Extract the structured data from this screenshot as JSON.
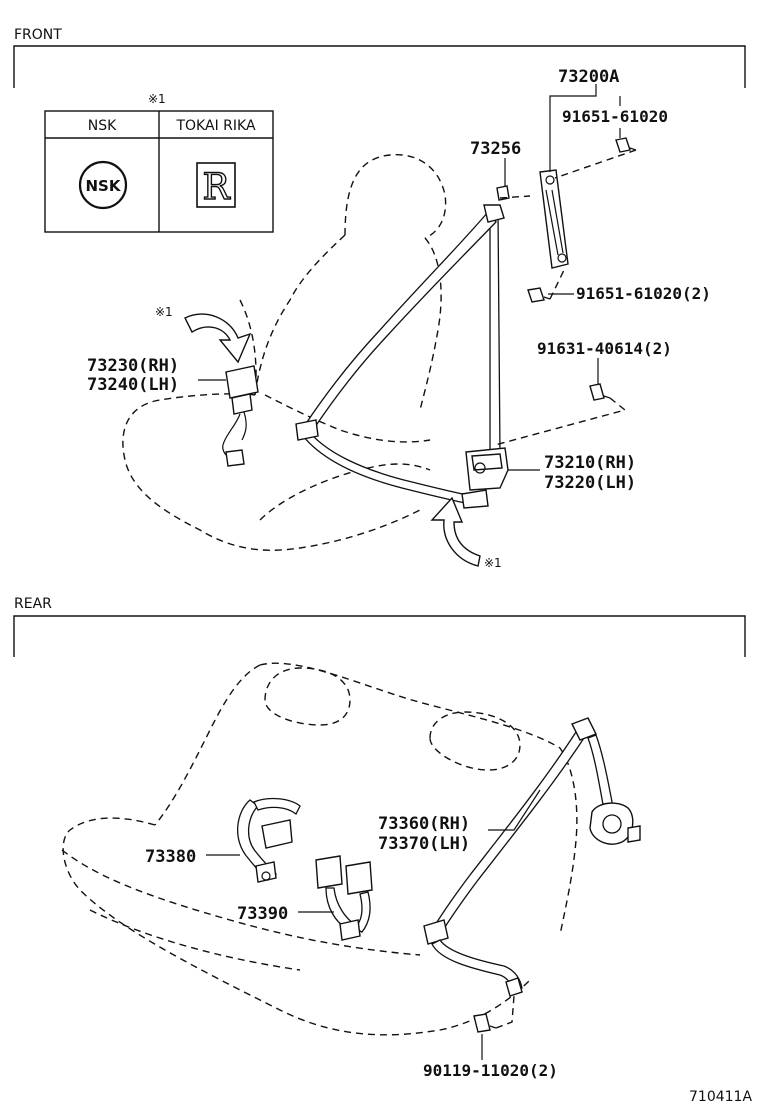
{
  "sections": {
    "front_label": "FRONT",
    "rear_label": "REAR"
  },
  "manufacturer_table": {
    "note_mark": "※1",
    "headers": [
      "NSK",
      "TOKAI RIKA"
    ],
    "logos": [
      "NSK",
      "R"
    ]
  },
  "notes": {
    "mark_left": "※1",
    "mark_bottom": "※1"
  },
  "parts_front": {
    "p73200a": "73200A",
    "p91651_top": "91651-61020",
    "p73256": "73256",
    "p91651_2": "91651-61020(2)",
    "p91631": "91631-40614(2)",
    "p73230": "73230(RH)",
    "p73240": "73240(LH)",
    "p73210": "73210(RH)",
    "p73220": "73220(LH)"
  },
  "parts_rear": {
    "p73360": "73360(RH)",
    "p73370": "73370(LH)",
    "p73380": "73380",
    "p73390": "73390",
    "p90119": "90119-11020(2)"
  },
  "figure_id": "710411A"
}
